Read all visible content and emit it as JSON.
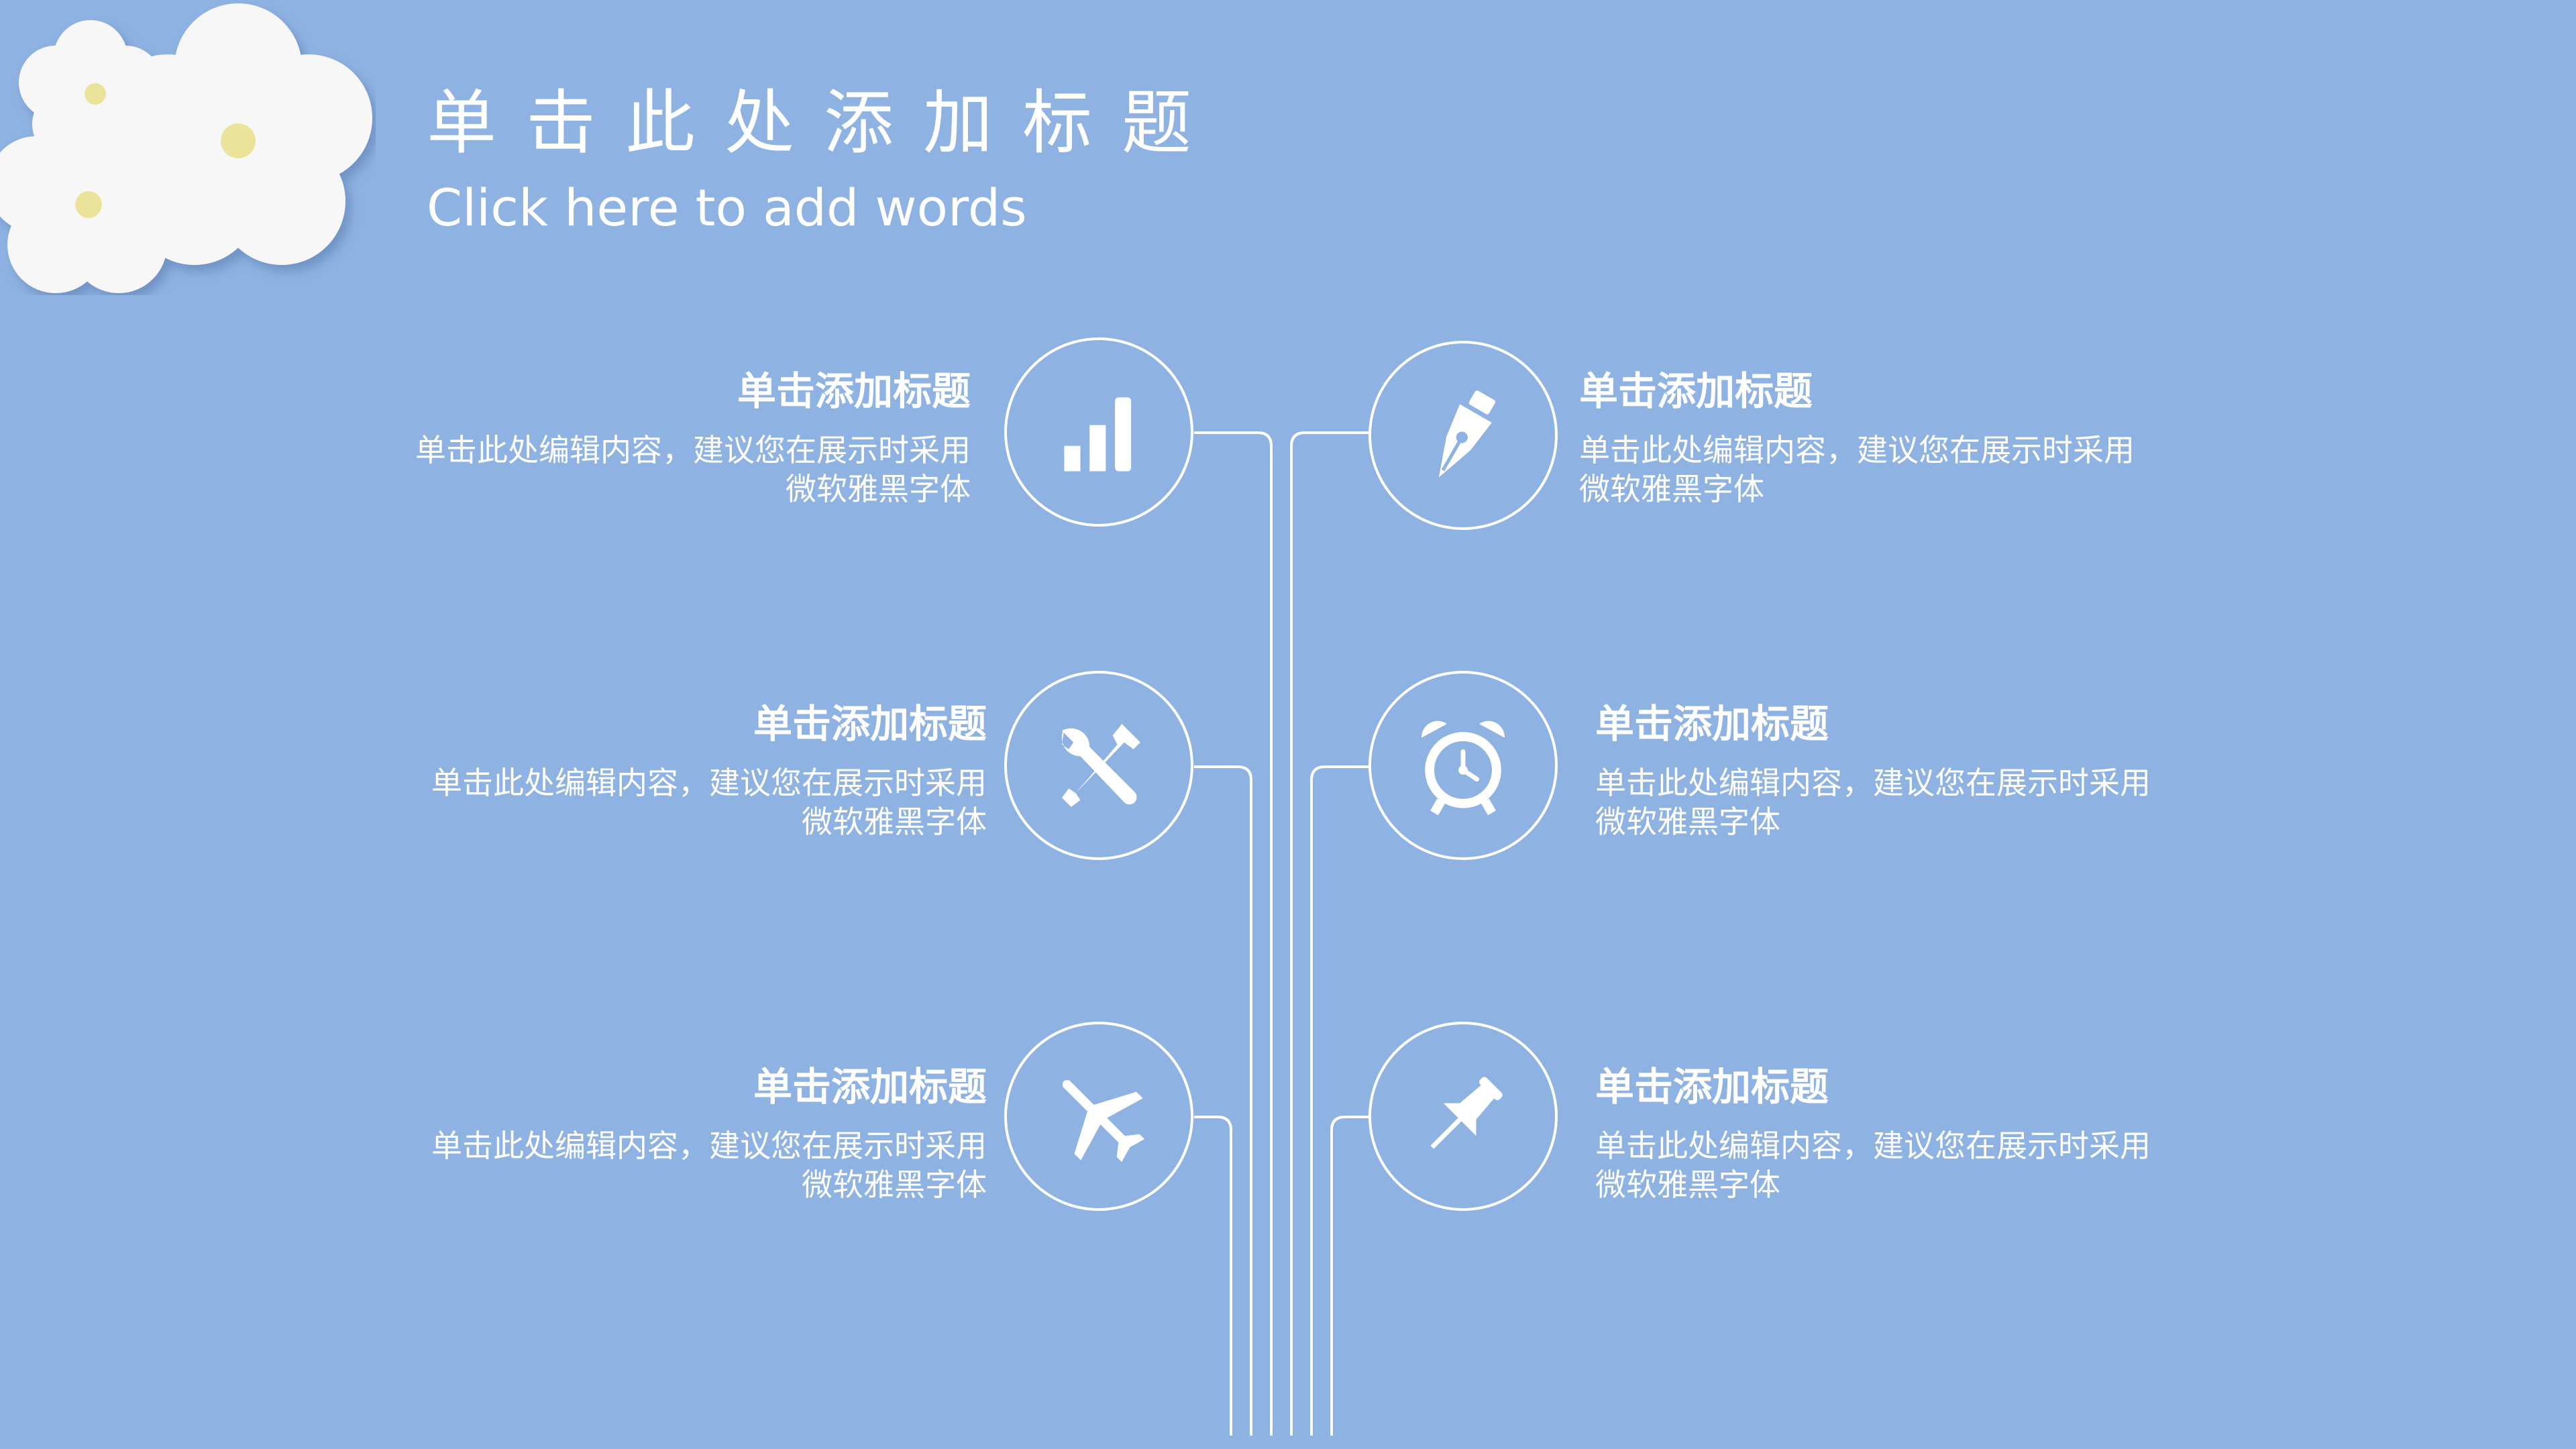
{
  "slide": {
    "title": "单击此处添加标题",
    "subtitle": "Click here to add words"
  },
  "items": [
    {
      "heading": "单击添加标题",
      "desc_line1": "单击此处编辑内容，建议您在展示时采用",
      "desc_line2": "微软雅黑字体",
      "icon": "bar-chart-icon"
    },
    {
      "heading": "单击添加标题",
      "desc_line1": "单击此处编辑内容，建议您在展示时采用",
      "desc_line2": "微软雅黑字体",
      "icon": "pen-nib-icon"
    },
    {
      "heading": "单击添加标题",
      "desc_line1": "单击此处编辑内容，建议您在展示时采用",
      "desc_line2": "微软雅黑字体",
      "icon": "tools-icon"
    },
    {
      "heading": "单击添加标题",
      "desc_line1": "单击此处编辑内容，建议您在展示时采用",
      "desc_line2": "微软雅黑字体",
      "icon": "alarm-clock-icon"
    },
    {
      "heading": "单击添加标题",
      "desc_line1": "单击此处编辑内容，建议您在展示时采用",
      "desc_line2": "微软雅黑字体",
      "icon": "airplane-icon"
    },
    {
      "heading": "单击添加标题",
      "desc_line1": "单击此处编辑内容，建议您在展示时采用",
      "desc_line2": "微软雅黑字体",
      "icon": "pushpin-icon"
    }
  ],
  "colors": {
    "background": "#8eb2e2",
    "foreground": "#ffffff",
    "flower_center": "#ece39a"
  }
}
